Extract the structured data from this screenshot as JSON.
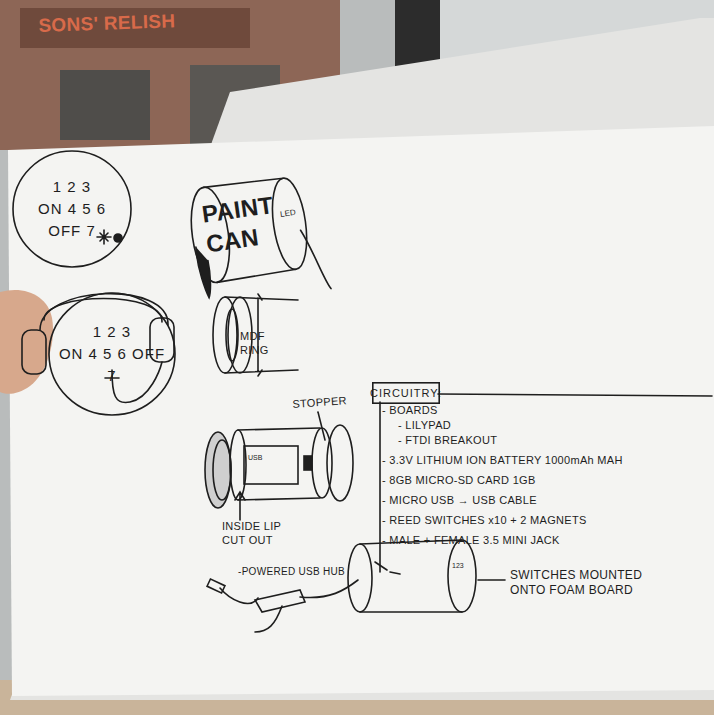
{
  "diagram": {
    "nodes": [
      {
        "text": [
          "1 2 3",
          "ON 4 5 6",
          "OFF 7"
        ]
      },
      {
        "text": [
          "1 2 3",
          "ON 4 5 6 OFF",
          "7"
        ]
      },
      {
        "text": [
          "CIRCUITRY:"
        ]
      }
    ],
    "labels": [
      "SONS' RELISH",
      "PAINT CAN",
      "MDF RING",
      "STOPPER",
      "INSIDE LIP CUT OUT",
      "- BOARDS",
      "- LILYPAD",
      "- FTDI BREAKOUT",
      "- 3.3V LITHIUM ION BATTERY 1000mAh MAH",
      "- 8GB MICRO-SD CARD 1GB",
      "- MICRO USB → USB CABLE",
      "- REED SWITCHES x10 + 2 MAGNETS",
      "- MALE + FEMALE 3.5 MINI JACK",
      "-POWERED USB HUB",
      "SWITCHES MOUNTED ONTO FOAM BOARD"
    ]
  }
}
